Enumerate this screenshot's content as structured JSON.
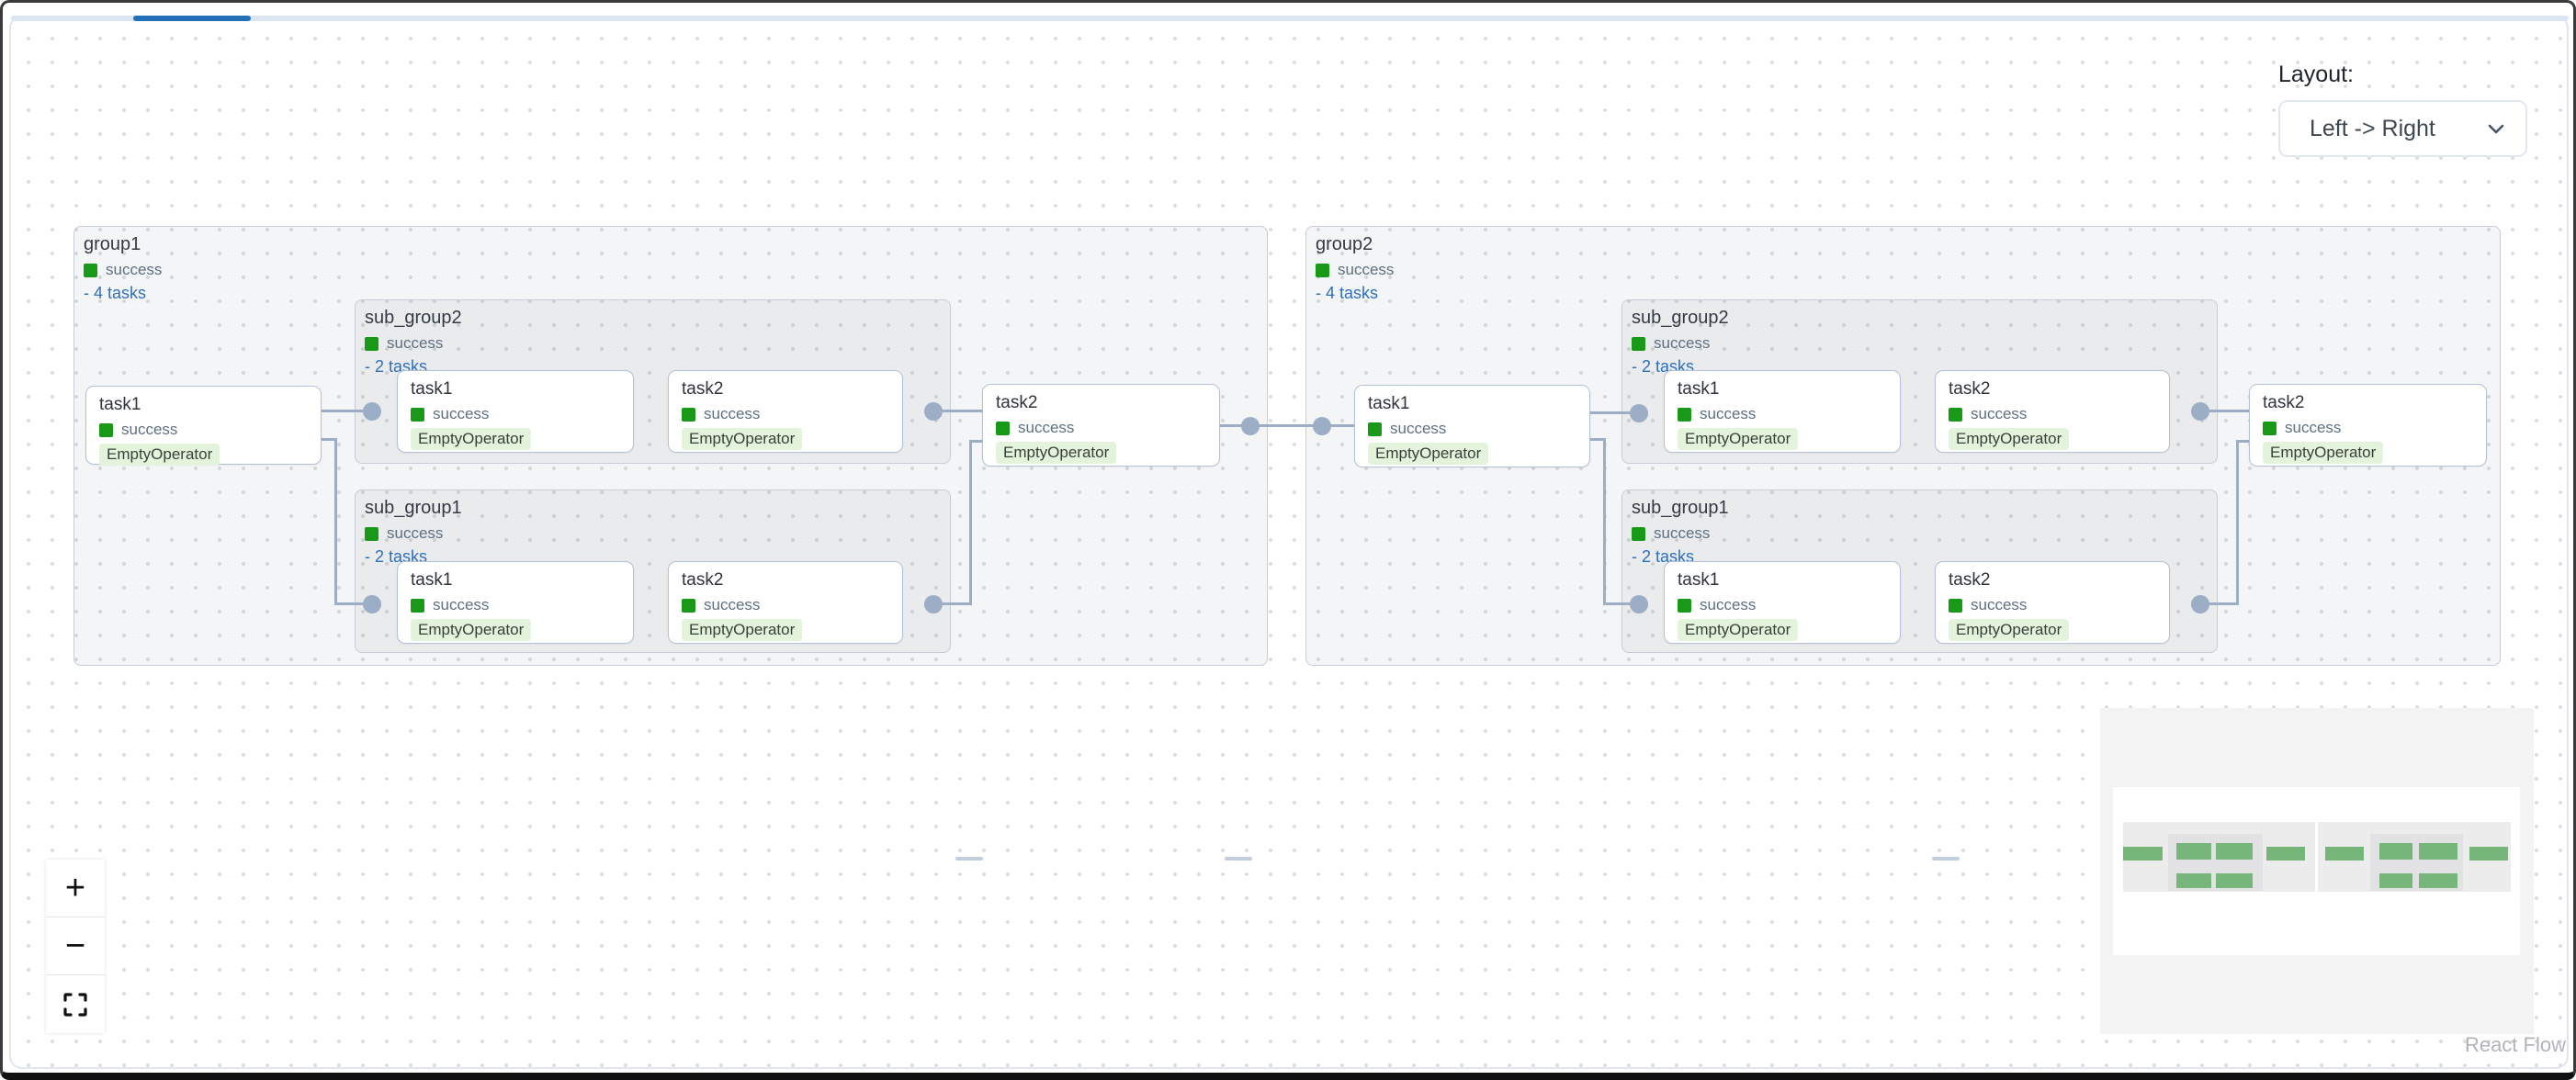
{
  "app": {
    "attribution": "React Flow"
  },
  "layout_control": {
    "label": "Layout:",
    "value": "Left -> Right"
  },
  "controls": {
    "zoom_in": "+",
    "zoom_out": "−",
    "fit_view": "fit view"
  },
  "status_colors": {
    "success": "#189a18"
  },
  "accent_colors": {
    "link_blue": "#2e6fbe",
    "edge_gray_blue": "#9cadc6",
    "scroll_thumb_blue": "#2271b8",
    "minimap_node_green": "#77b67a"
  },
  "graph": {
    "groups": [
      {
        "label": "group1",
        "status": "success",
        "tasks_label": "- 4 tasks",
        "children": [
          {
            "label": "task1",
            "status": "success",
            "operator": "EmptyOperator"
          },
          {
            "label": "sub_group2",
            "status": "success",
            "tasks_label": "- 2 tasks",
            "children": [
              {
                "label": "task1",
                "status": "success",
                "operator": "EmptyOperator"
              },
              {
                "label": "task2",
                "status": "success",
                "operator": "EmptyOperator"
              }
            ]
          },
          {
            "label": "sub_group1",
            "status": "success",
            "tasks_label": "- 2 tasks",
            "children": [
              {
                "label": "task1",
                "status": "success",
                "operator": "EmptyOperator"
              },
              {
                "label": "task2",
                "status": "success",
                "operator": "EmptyOperator"
              }
            ]
          },
          {
            "label": "task2",
            "status": "success",
            "operator": "EmptyOperator"
          }
        ]
      },
      {
        "label": "group2",
        "status": "success",
        "tasks_label": "- 4 tasks",
        "children": [
          {
            "label": "task1",
            "status": "success",
            "operator": "EmptyOperator"
          },
          {
            "label": "sub_group2",
            "status": "success",
            "tasks_label": "- 2 tasks",
            "children": [
              {
                "label": "task1",
                "status": "success",
                "operator": "EmptyOperator"
              },
              {
                "label": "task2",
                "status": "success",
                "operator": "EmptyOperator"
              }
            ]
          },
          {
            "label": "sub_group1",
            "status": "success",
            "tasks_label": "- 2 tasks",
            "children": [
              {
                "label": "task1",
                "status": "success",
                "operator": "EmptyOperator"
              },
              {
                "label": "task2",
                "status": "success",
                "operator": "EmptyOperator"
              }
            ]
          },
          {
            "label": "task2",
            "status": "success",
            "operator": "EmptyOperator"
          }
        ]
      }
    ]
  }
}
